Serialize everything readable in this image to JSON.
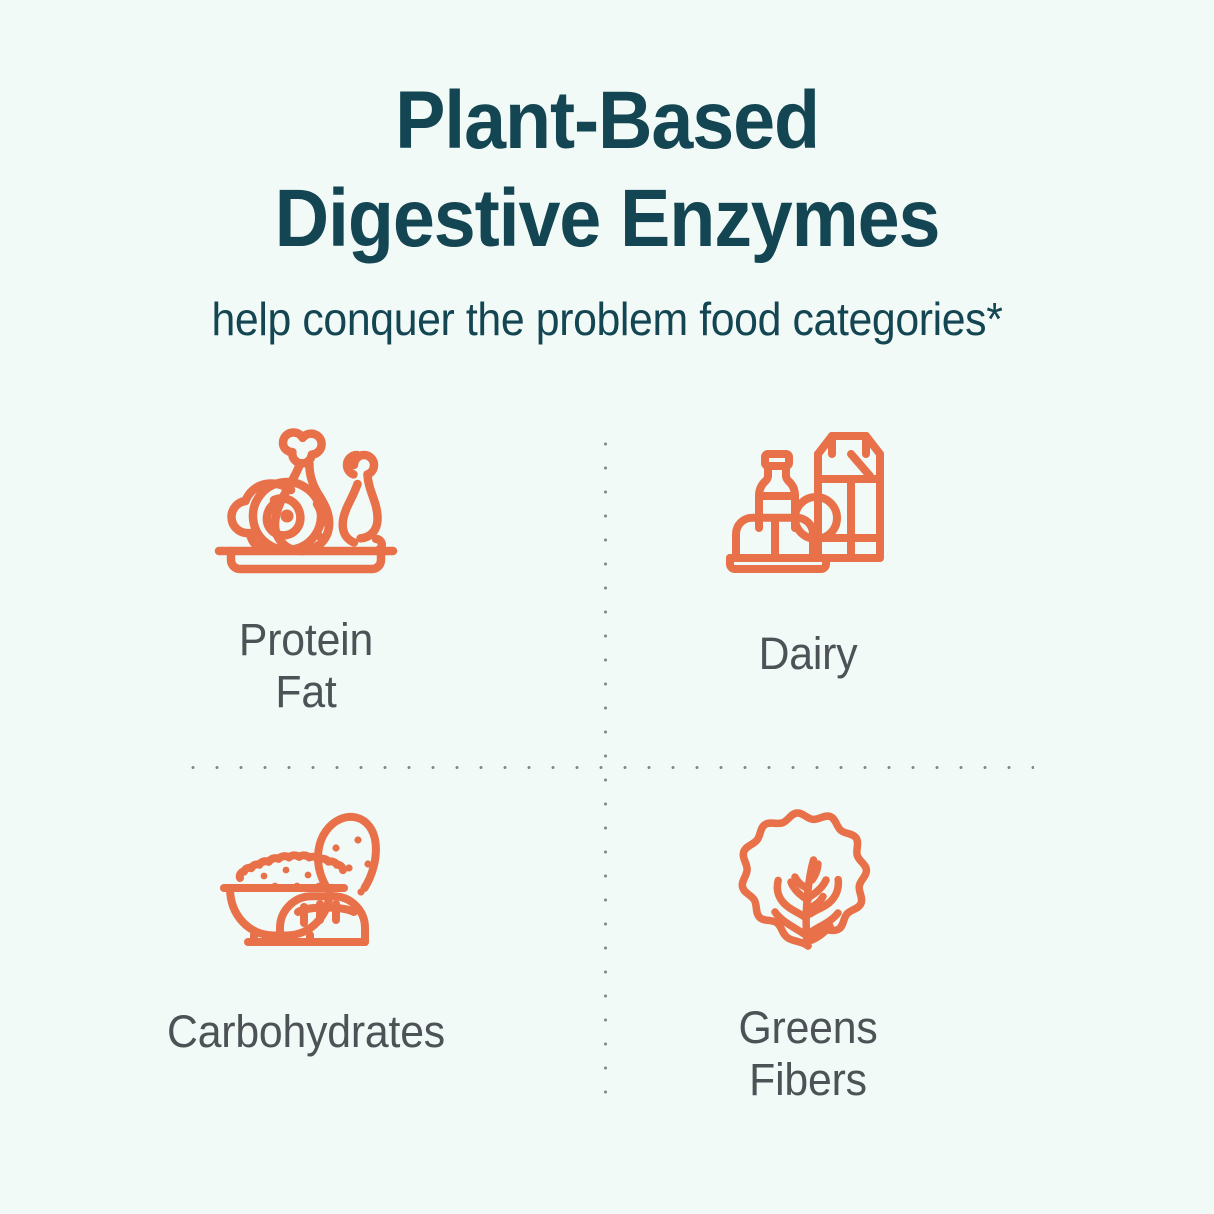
{
  "theme": {
    "background": "#F1FAF6",
    "title_color": "#134552",
    "label_color": "#4D5256",
    "icon_color": "#E8714A",
    "divider_color": "#7C8C88"
  },
  "header": {
    "title_line1": "Plant-Based",
    "title_line2": "Digestive Enzymes",
    "subtitle": "help conquer the problem food categories*"
  },
  "grid": {
    "cells": [
      {
        "id": "protein-fat",
        "icon": "meat-platter-icon",
        "label_line1": "Protein",
        "label_line2": "Fat"
      },
      {
        "id": "dairy",
        "icon": "milk-carton-bottle-cheese-icon",
        "label_line1": "Dairy",
        "label_line2": ""
      },
      {
        "id": "carbohydrates",
        "icon": "rice-bowl-bread-icon",
        "label_line1": "Carbohydrates",
        "label_line2": ""
      },
      {
        "id": "greens-fibers",
        "icon": "lettuce-leaf-icon",
        "label_line1": "Greens",
        "label_line2": "Fibers"
      }
    ]
  }
}
